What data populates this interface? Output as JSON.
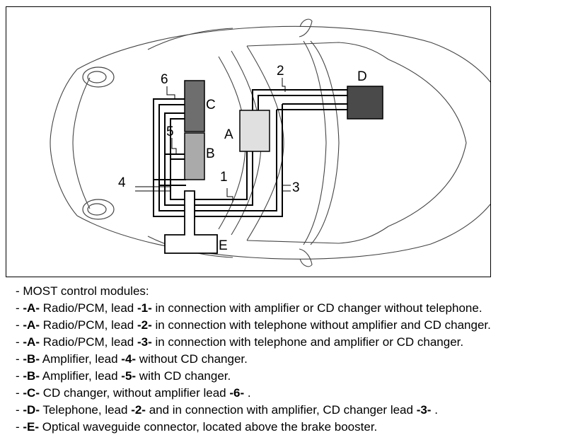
{
  "diagram": {
    "labels": {
      "A": "A",
      "B": "B",
      "C": "C",
      "D": "D",
      "E": "E",
      "lead1": "1",
      "lead2": "2",
      "lead3": "3",
      "lead4": "4",
      "lead5": "5",
      "lead6": "6"
    },
    "colors": {
      "module_A": "#e0e0e0",
      "module_B": "#aaaaaa",
      "module_C": "#6e6e6e",
      "module_D": "#4a4a4a",
      "module_E": "#ffffff",
      "outline": "#000000",
      "car_line": "#444444"
    }
  },
  "legend": {
    "heading": "- MOST control modules:",
    "items": [
      [
        {
          "t": "- "
        },
        {
          "t": "-A-",
          "b": true
        },
        {
          "t": " Radio/PCM, lead "
        },
        {
          "t": "-1-",
          "b": true
        },
        {
          "t": " in connection with amplifier or CD changer without telephone."
        }
      ],
      [
        {
          "t": "- "
        },
        {
          "t": "-A-",
          "b": true
        },
        {
          "t": " Radio/PCM, lead "
        },
        {
          "t": "-2-",
          "b": true
        },
        {
          "t": " in connection with telephone without amplifier and CD changer."
        }
      ],
      [
        {
          "t": "- "
        },
        {
          "t": "-A-",
          "b": true
        },
        {
          "t": " Radio/PCM, lead "
        },
        {
          "t": "-3-",
          "b": true
        },
        {
          "t": " in connection with telephone and amplifier or CD changer."
        }
      ],
      [
        {
          "t": "- "
        },
        {
          "t": "-B-",
          "b": true
        },
        {
          "t": " Amplifier, lead "
        },
        {
          "t": "-4-",
          "b": true
        },
        {
          "t": " without CD changer."
        }
      ],
      [
        {
          "t": "- "
        },
        {
          "t": "-B-",
          "b": true
        },
        {
          "t": " Amplifier, lead "
        },
        {
          "t": "-5-",
          "b": true
        },
        {
          "t": " with CD changer."
        }
      ],
      [
        {
          "t": "- "
        },
        {
          "t": "-C-",
          "b": true
        },
        {
          "t": " CD changer, without amplifier lead "
        },
        {
          "t": "-6-",
          "b": true
        },
        {
          "t": " ."
        }
      ],
      [
        {
          "t": "- "
        },
        {
          "t": "-D-",
          "b": true
        },
        {
          "t": " Telephone, lead "
        },
        {
          "t": "-2-",
          "b": true
        },
        {
          "t": " and in connection with amplifier, CD changer lead "
        },
        {
          "t": "-3-",
          "b": true
        },
        {
          "t": " ."
        }
      ],
      [
        {
          "t": "- "
        },
        {
          "t": "-E-",
          "b": true
        },
        {
          "t": " Optical waveguide connector, located above the brake booster."
        }
      ]
    ]
  }
}
